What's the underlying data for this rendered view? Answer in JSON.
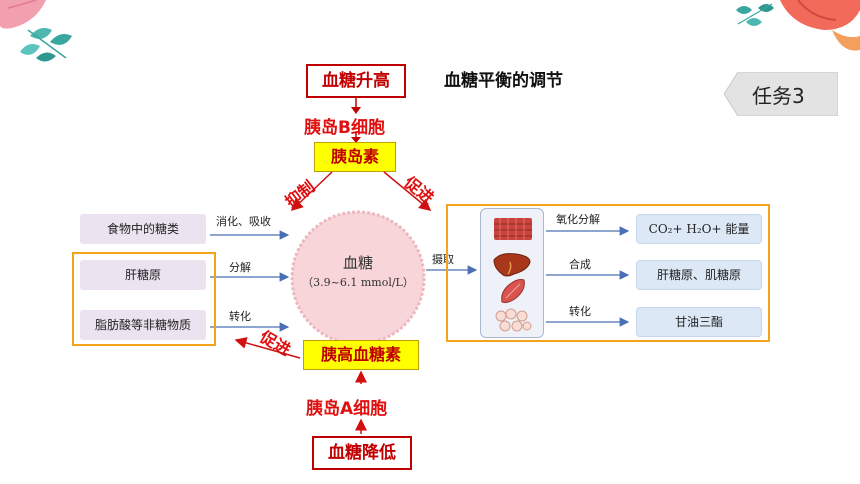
{
  "title": "血糖平衡的调节",
  "task_badge": "任务3",
  "top": {
    "condition": "血糖升高",
    "cell": "胰岛B细胞",
    "hormone": "胰岛素",
    "inhibit": "抑制",
    "promote": "促进"
  },
  "bottom": {
    "condition": "血糖降低",
    "cell": "胰岛A细胞",
    "hormone": "胰高血糖素",
    "promote": "促进"
  },
  "center": {
    "label": "血糖",
    "range": "（3.9~6.1 mmol/L）"
  },
  "sources": [
    {
      "label": "食物中的糖类",
      "arrow": "消化、吸收"
    },
    {
      "label": "肝糖原",
      "arrow": "分解"
    },
    {
      "label": "脂肪酸等非糖物质",
      "arrow": "转化"
    }
  ],
  "uptake": "摄取",
  "outputs": [
    {
      "label": "CO₂+ H₂O+ 能量",
      "arrow": "氧化分解",
      "icon": "muscle-tissue-icon"
    },
    {
      "label": "肝糖原、肌糖原",
      "arrow": "合成",
      "icon": "liver-icon"
    },
    {
      "label": "甘油三酯",
      "arrow": "转化",
      "icon": "fat-tissue-icon"
    }
  ],
  "colors": {
    "red": "#c00000",
    "highlight": "#ffff00",
    "frame": "#f5a31a",
    "circle": "#f7d5d9"
  }
}
